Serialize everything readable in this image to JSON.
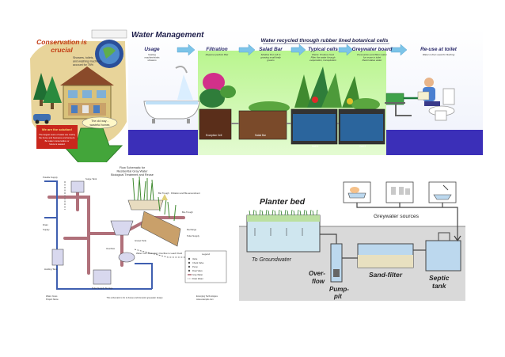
{
  "conservation": {
    "headline_1": "Conservation is",
    "headline_2": "crucial",
    "blurb_1": "Showers, toilets,",
    "blurb_2": "and washing machines",
    "blurb_3": "account for 76%",
    "bubble_1": "The old way -",
    "bubble_2": "wasteful homes",
    "solution_title": "We are the solution!",
    "solution_1": "The largest users of water are mainly",
    "solution_2": "the home and business environment.",
    "solution_3": "Be water conservative or",
    "solution_4": "future is wasted"
  },
  "water_management": {
    "title": "Water Management",
    "subtitle": "Water recycled through rubber lined botanical cells",
    "stages": [
      {
        "label": "Usage",
        "desc_1": "heating",
        "desc_2": "machine/sinks",
        "desc_3": "showers"
      },
      {
        "label": "Filtration",
        "desc_1": "Disperse particle filter",
        "desc_2": "",
        "desc_3": ""
      },
      {
        "label": "Salad Bar",
        "desc_1": "Shallow first cell to",
        "desc_2": "growing small leafy",
        "desc_3": "greens"
      },
      {
        "label": "Typical cells",
        "desc_1": "Plants: Produce food",
        "desc_2": "Filter the water through",
        "desc_3": "evaporation, transpiration"
      },
      {
        "label": "Greywater board",
        "desc_1": "Pressurizes and filters water",
        "desc_2": "for reuse in toilet",
        "desc_3": "Recirculates water"
      },
      {
        "label": "Re-use at toilet",
        "desc_1": "Water is then used for flushing",
        "desc_2": "",
        "desc_3": ""
      }
    ],
    "cell_labels": [
      "Exception Cell",
      "Salad Bar",
      "Cell 1",
      "Cell 2"
    ]
  },
  "schematic": {
    "title_1": "Flow Schematic for",
    "title_2": "Residential Gray Water",
    "title_3": "Biological Treatment and Reuse",
    "labels": [
      "Bio Trough",
      "Filtration and Bio-amendment",
      "Bio-Trough",
      "Overflow",
      "Potable Supply",
      "Drain",
      "Supply",
      "Recharge",
      "Gravel Tank",
      "Holding Tank",
      "Toilet Supply",
      "Surge Tank",
      "Water from Secondary Overflow to Leach Field",
      "Toilet Supply Storage"
    ],
    "legend_title": "Legend",
    "legend_items": [
      "Valve",
      "Check Valve",
      "Pump",
      "Float Valve",
      "Gray Water",
      "Drain Water"
    ],
    "footer_left_1": "Water Jones",
    "footer_left_2": "Project Name",
    "footer_center": "This schematic is for in-house and domestic greywater design",
    "footer_right_1": "Emerging Technologies",
    "footer_right_2": "www.example.com"
  },
  "planter": {
    "planter_bed": "Planter bed",
    "greywater_sources": "Greywater sources",
    "to_groundwater": "To Groundwater",
    "overflow_1": "Over-",
    "overflow_2": "flow",
    "pump_1": "Pump-",
    "pump_2": "pit",
    "sand_filter": "Sand-filter",
    "septic_1": "Septic",
    "septic_2": "tank"
  }
}
